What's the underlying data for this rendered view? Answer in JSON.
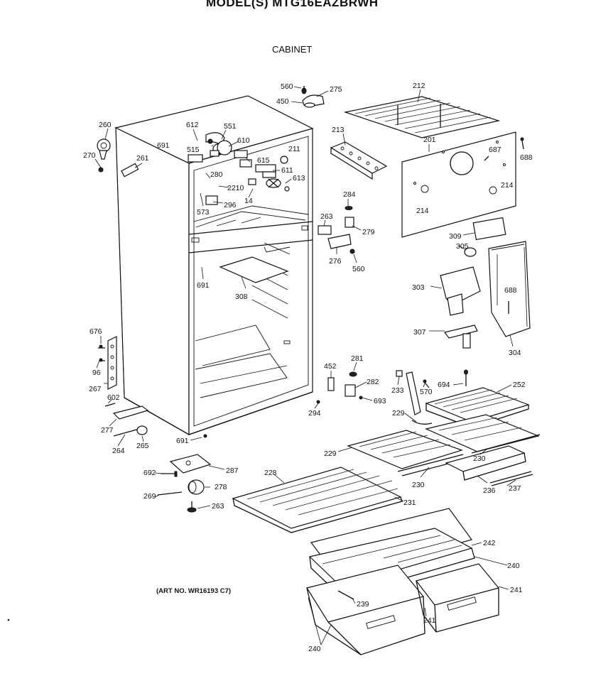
{
  "header": {
    "model_title": "MODEL(S) MTG16EAZBRWH",
    "section_title": "CABINET",
    "art_number": "(ART NO. WR16193 C7)"
  },
  "part_labels": [
    "560",
    "275",
    "450",
    "212",
    "213",
    "201",
    "687",
    "688",
    "260",
    "612",
    "551",
    "691",
    "515",
    "610",
    "270",
    "261",
    "211",
    "615",
    "611",
    "280",
    "613",
    "2210",
    "214",
    "214",
    "14",
    "573",
    "296",
    "284",
    "263",
    "279",
    "309",
    "305",
    "276",
    "560",
    "691",
    "303",
    "688",
    "308",
    "307",
    "304",
    "676",
    "96",
    "267",
    "602",
    "452",
    "281",
    "282",
    "693",
    "233",
    "570",
    "694",
    "252",
    "294",
    "229",
    "229",
    "230",
    "230",
    "236",
    "237",
    "277",
    "264",
    "265",
    "691",
    "692",
    "287",
    "228",
    "269",
    "278",
    "263",
    "231",
    "242",
    "240",
    "241",
    "239",
    "241",
    "240"
  ]
}
